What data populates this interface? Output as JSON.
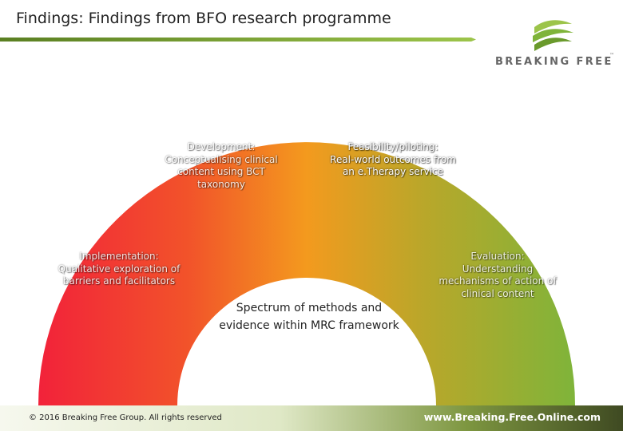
{
  "slide": {
    "title": "Findings: Findings from BFO research programme"
  },
  "logo": {
    "text": "BREAKING FREE",
    "trademark": "™"
  },
  "segments": {
    "development": {
      "heading": "Development:",
      "body": "Conceptualising clinical content using BCT taxonomy"
    },
    "feasibility": {
      "heading": "Feasibility/piloting:",
      "body": "Real-world outcomes from an e.Therapy service"
    },
    "implementation": {
      "heading": "Implementation:",
      "body": "Qualitative exploration of barriers and facilitators"
    },
    "evaluation": {
      "heading": "Evaluation:",
      "body": "Understanding mechanisms of action of clinical content"
    }
  },
  "center": {
    "line1": "Spectrum of methods and",
    "line2": "evidence within MRC framework"
  },
  "footer": {
    "copyright": "© 2016 Breaking Free Group. All rights reserved",
    "website": "www.Breaking.Free.Online.com"
  },
  "colors": {
    "gradient_start": "#f2223a",
    "gradient_mid": "#f39a1e",
    "gradient_end": "#7fb43a",
    "logo_green": "#7fb43a",
    "footer_dark": "#3f4a22"
  }
}
